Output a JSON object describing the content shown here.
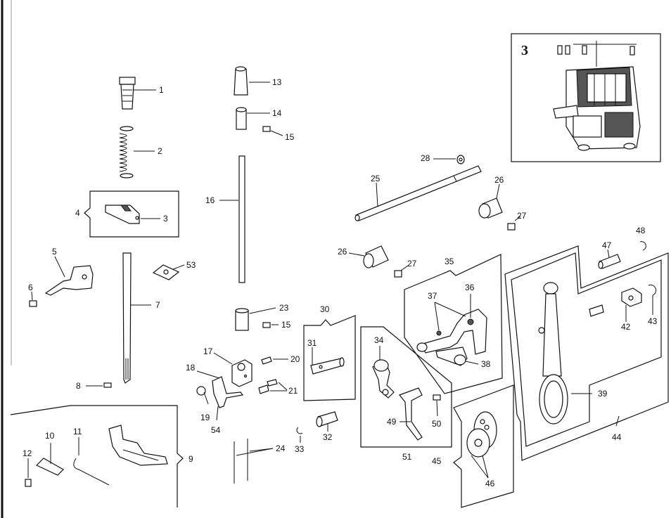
{
  "inset": {
    "label": "3"
  },
  "callouts": {
    "c1": "1",
    "c2": "2",
    "c3": "3",
    "c4": "4",
    "c5": "5",
    "c6": "6",
    "c7": "7",
    "c8": "8",
    "c9": "9",
    "c10": "10",
    "c11": "11",
    "c12": "12",
    "c13": "13",
    "c14": "14",
    "c15a": "15",
    "c15b": "15",
    "c16": "16",
    "c17": "17",
    "c18": "18",
    "c19": "19",
    "c20": "20",
    "c21": "21",
    "c23": "23",
    "c24": "24",
    "c25": "25",
    "c26a": "26",
    "c26b": "26",
    "c27a": "27",
    "c27b": "27",
    "c28": "28",
    "c30": "30",
    "c31": "31",
    "c32": "32",
    "c33": "33",
    "c34": "34",
    "c35": "35",
    "c36": "36",
    "c37": "37",
    "c38": "38",
    "c39": "39",
    "c42": "42",
    "c43": "43",
    "c44": "44",
    "c45": "45",
    "c46": "46",
    "c47": "47",
    "c48": "48",
    "c49": "49",
    "c50": "50",
    "c51": "51",
    "c53": "53",
    "c54": "54"
  },
  "colors": {
    "ink": "#111111",
    "paper": "#ffffff",
    "shade": "#555555"
  }
}
